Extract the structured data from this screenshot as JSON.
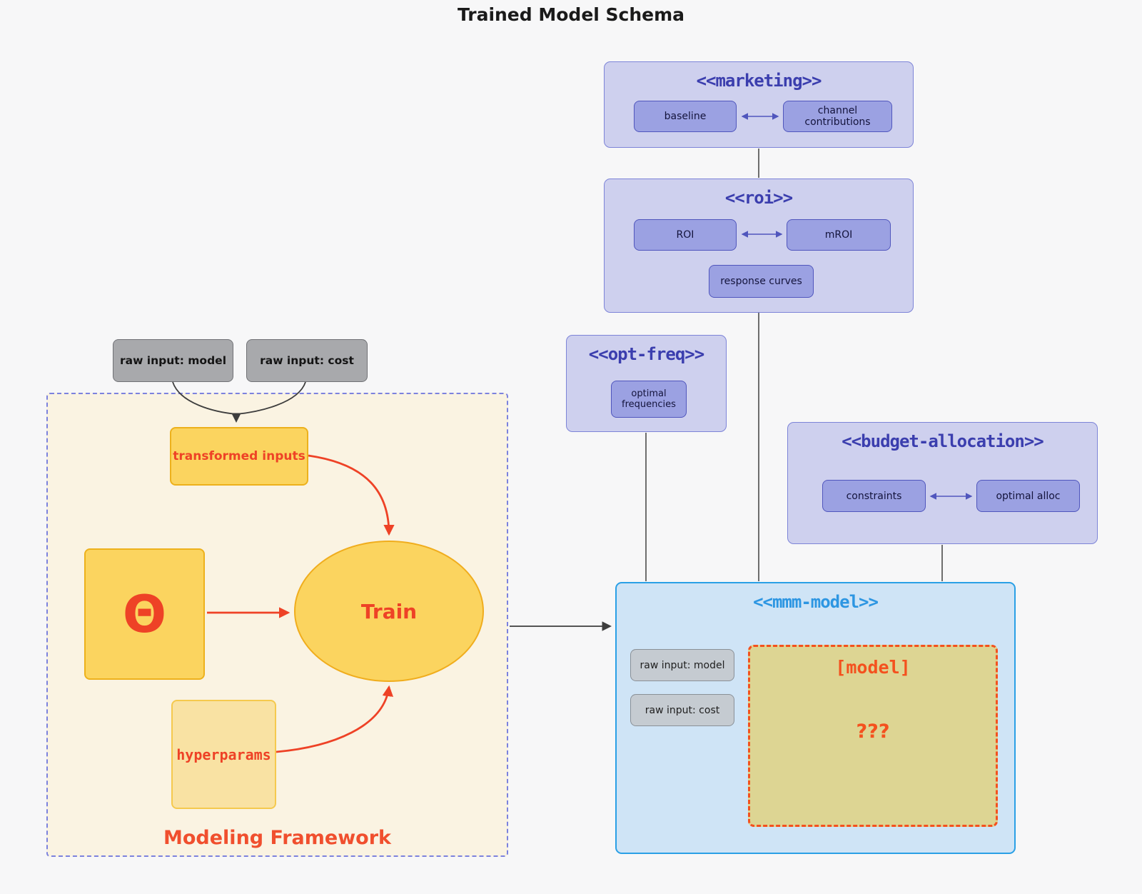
{
  "title": "Trained Model Schema",
  "colors": {
    "accent_red": "#ee4226",
    "indigo_title": "#3b3eae",
    "lavender_fill": "#ced0ee",
    "lavender_node": "#9ba1e2",
    "lavender_node_border": "#5056bd",
    "blue_fill": "#cfe4f6",
    "blue_border": "#2aa0e6",
    "blue_title": "#2d96e2",
    "gold": "#fbd45f",
    "gold_light": "#f9e2a3",
    "khaki": "#ddd593",
    "cream": "#faf3e2",
    "gray_node": "#a8a9ac",
    "gray_node_light": "#c5cbd1"
  },
  "external_inputs": {
    "raw_input_model": "raw input: model",
    "raw_input_cost": "raw input: cost"
  },
  "groups": {
    "marketing": {
      "title": "<<marketing>>",
      "baseline": "baseline",
      "channel_contributions": "channel contributions"
    },
    "roi": {
      "title": "<<roi>>",
      "roi": "ROI",
      "mroi": "mROI",
      "response_curves": "response curves"
    },
    "opt_freq": {
      "title": "<<opt-freq>>",
      "optimal_frequencies": "optimal frequencies"
    },
    "budget_allocation": {
      "title": "<<budget-allocation>>",
      "constraints": "constraints",
      "optimal_alloc": "optimal alloc"
    },
    "mmm_model": {
      "title": "<<mmm-model>>",
      "raw_input_model": "raw input: model",
      "raw_input_cost": "raw input: cost",
      "model_box": "[model]",
      "model_unknown": "???"
    },
    "modeling_framework": {
      "label": "Modeling Framework",
      "transformed_inputs": "transformed inputs",
      "theta": "Θ",
      "train": "Train",
      "hyperparams": "hyperparams"
    }
  }
}
